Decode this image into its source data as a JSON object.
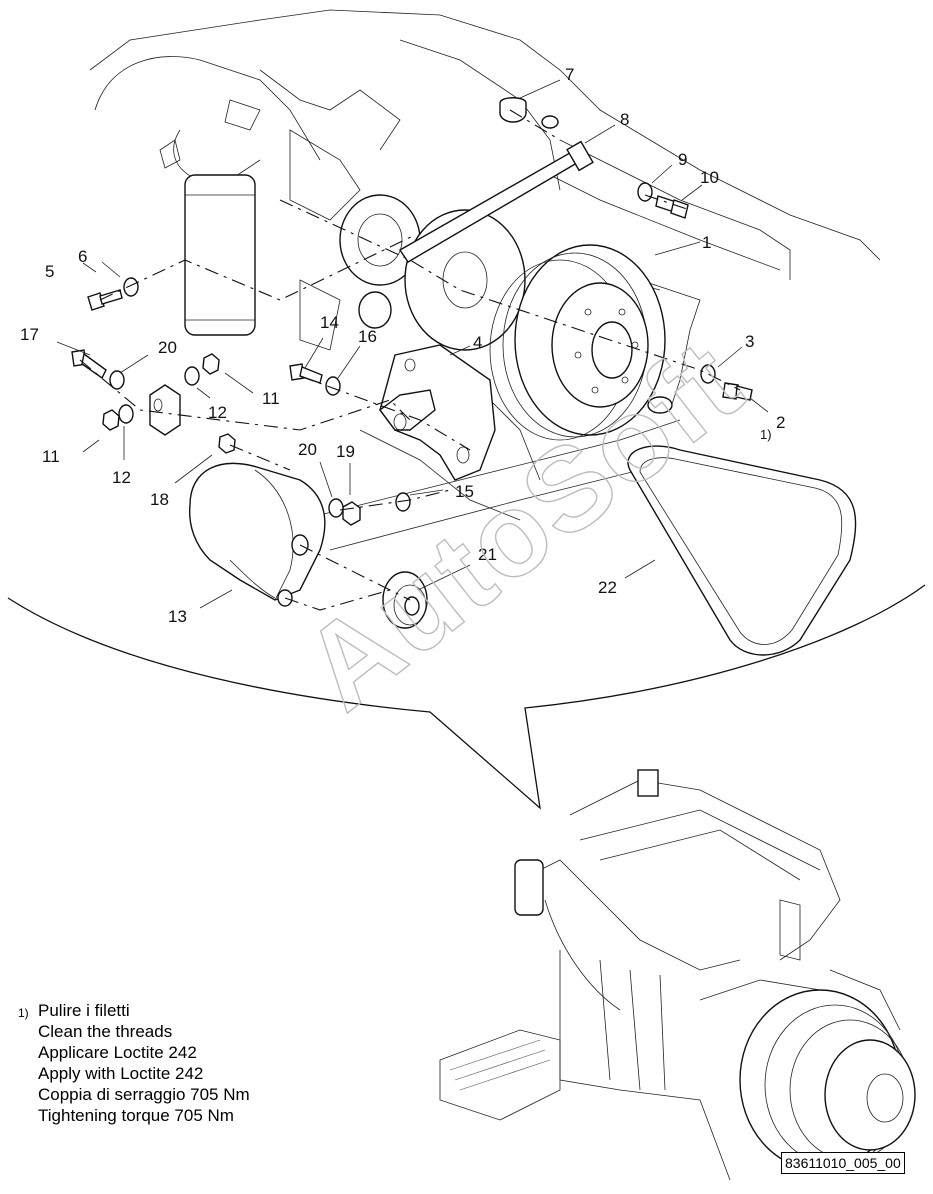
{
  "callouts": {
    "c1": "1",
    "c2": "2",
    "c3": "3",
    "c4": "4",
    "c5": "5",
    "c6": "6",
    "c7": "7",
    "c8": "8",
    "c9": "9",
    "c10": "10",
    "c11a": "11",
    "c11b": "11",
    "c12a": "12",
    "c12b": "12",
    "c13": "13",
    "c14": "14",
    "c15": "15",
    "c16": "16",
    "c17": "17",
    "c18": "18",
    "c19": "19",
    "c20a": "20",
    "c20b": "20",
    "c21": "21",
    "c22": "22",
    "note_ref": "1)"
  },
  "watermark": "AutoSoft",
  "notes": {
    "marker": "1)",
    "lines": [
      "Pulire i filetti",
      "Clean the threads",
      "Applicare Loctite 242",
      "Apply with Loctite 242",
      "Coppia di serraggio 705 Nm",
      "Tightening torque 705 Nm"
    ]
  },
  "drawing_code": "83611010_005_00"
}
